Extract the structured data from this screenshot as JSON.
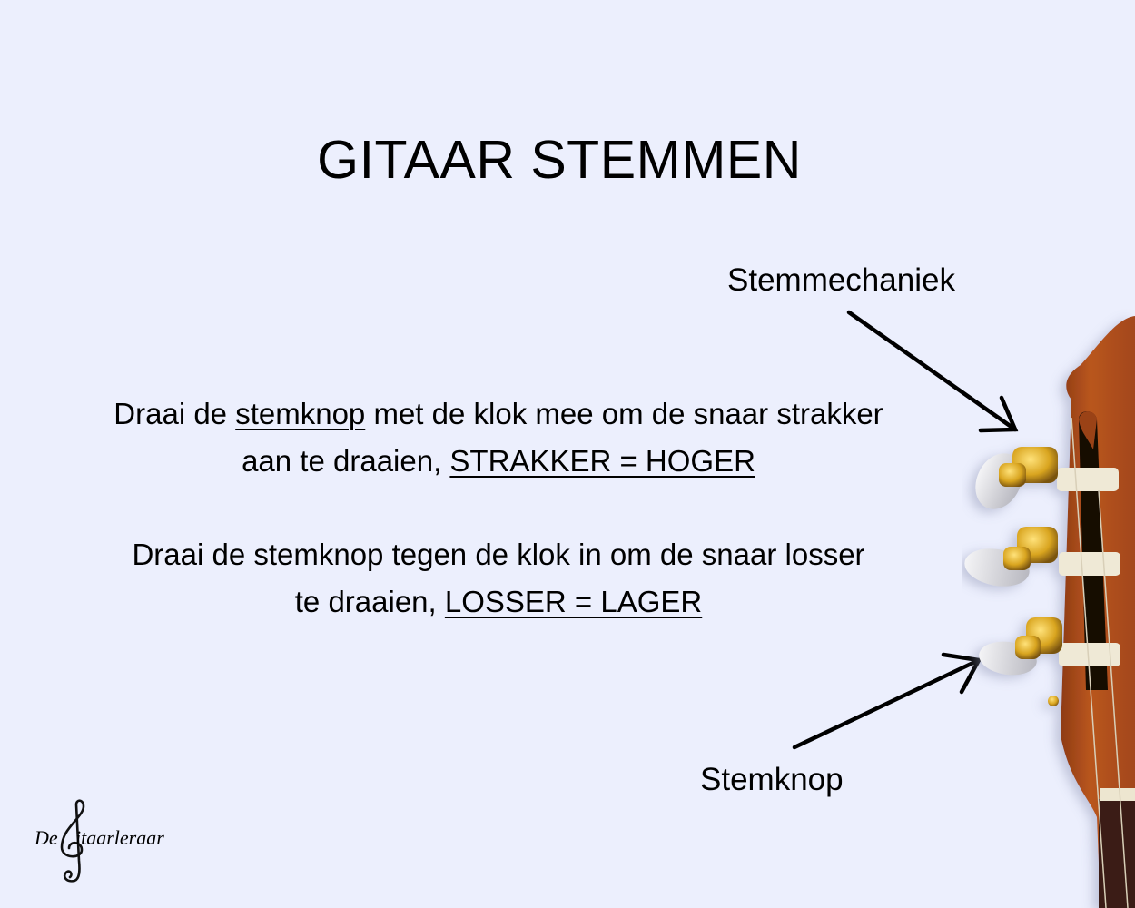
{
  "page": {
    "title": "GITAAR STEMMEN",
    "background_color": "#ECEFFD"
  },
  "instructions": [
    {
      "line1_before": "Draai de ",
      "line1_underlined": "stemknop",
      "line1_after": " met de klok mee om de snaar strakker",
      "line2_before": "aan te draaien, ",
      "line2_underlined": "STRAKKER = HOGER"
    },
    {
      "line1": "Draai de stemknop tegen de klok in om de snaar losser",
      "line2_before": "te draaien, ",
      "line2_underlined": "LOSSER = LAGER"
    }
  ],
  "labels": {
    "tuning_machine": "Stemmechaniek",
    "tuning_peg": "Stemknop"
  },
  "logo": {
    "prefix": "De",
    "name": "itaarleraar",
    "icon": "treble-clef-icon"
  },
  "illustration": {
    "subject": "classical guitar headstock",
    "wood_color": "#B5531F",
    "tuner_color": "#D9A520",
    "button_color": "#E6E6EA"
  }
}
